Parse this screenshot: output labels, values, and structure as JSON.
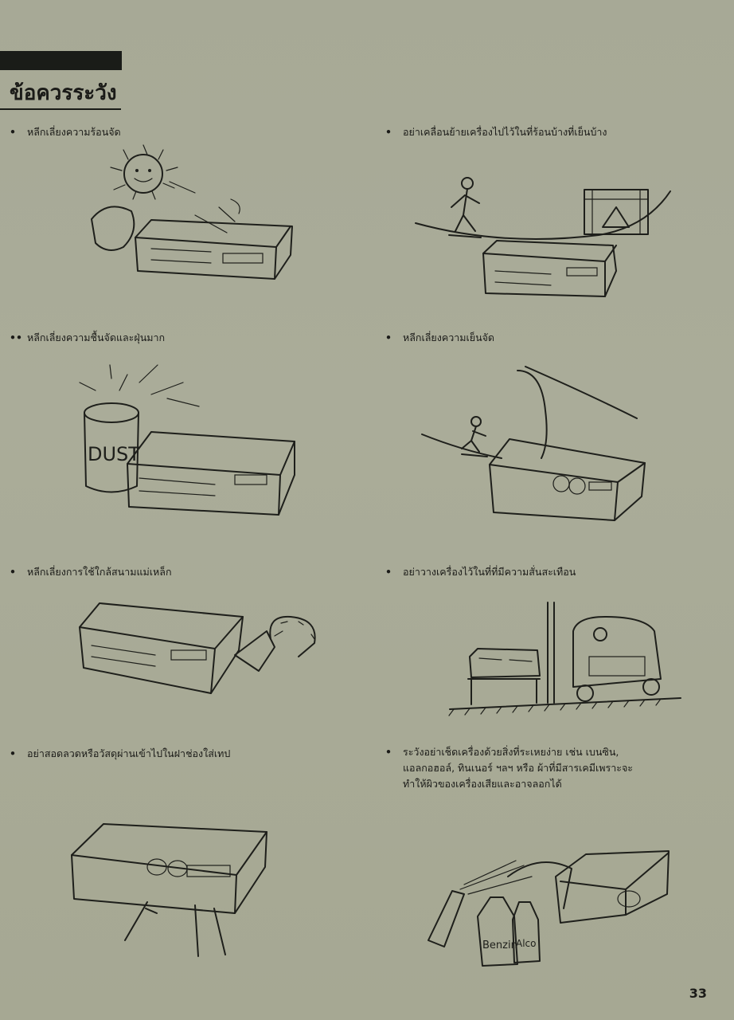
{
  "section": {
    "title": "ข้อควรระวัง"
  },
  "items": [
    {
      "bullet": "•",
      "text": "หลีกเลี่ยงความร้อนจัด"
    },
    {
      "bullet": "•",
      "text": "อย่าเคลื่อนย้ายเครื่องไปไว้ในที่ร้อนบ้างที่เย็นบ้าง"
    },
    {
      "bullet": "••",
      "text": "หลีกเลี่ยงความชื้นจัดและฝุ่นมาก"
    },
    {
      "bullet": "•",
      "text": "หลีกเลี่ยงความเย็นจัด"
    },
    {
      "bullet": "•",
      "text": "หลีกเลี่ยงการใช้ใกล้สนามแม่เหล็ก"
    },
    {
      "bullet": "•",
      "text": "อย่าวางเครื่องไว้ในที่ที่มีความสั่นสะเทือน"
    },
    {
      "bullet": "•",
      "text": "อย่าสอดลวดหรือวัสดุผ่านเข้าไปในฝาช่องใส่เทป"
    },
    {
      "bullet": "•",
      "lines": [
        "ระวังอย่าเช็ดเครื่องด้วยสิ่งที่ระเหยง่าย  เช่น  เบนซิน,",
        "แอลกอฮอล์,  ทินเนอร์  ฯลฯ  หรือ  ผ้าที่มีสารเคมีเพราะจะ",
        "ทำให้ผิวของเครื่องเสียและอาจลอกได้"
      ]
    }
  ],
  "illustration_labels": {
    "dust_bin": "DUST",
    "bottle_benzin": "Benzin",
    "bottle_alcohol": "Alco"
  },
  "page": {
    "number": "33"
  },
  "colors": {
    "paper": "#a9ab98",
    "ink": "#1e1f1b"
  }
}
